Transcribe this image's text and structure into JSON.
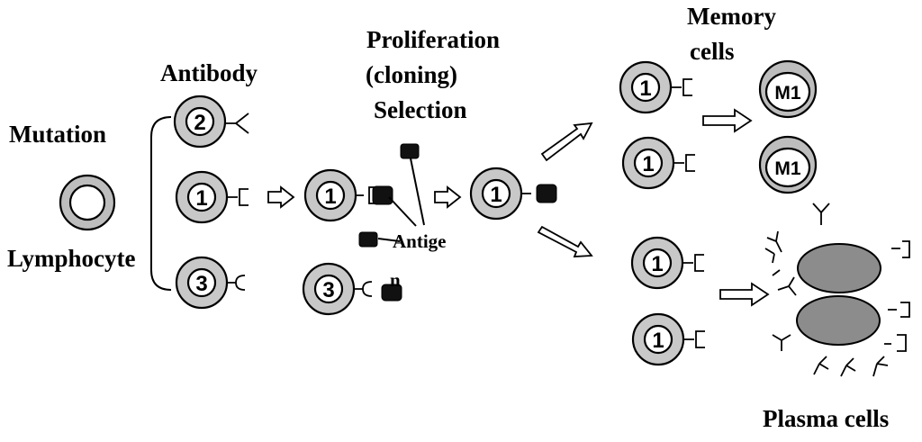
{
  "labels": {
    "mutation": "Mutation",
    "lymphocyte": "Lymphocyte",
    "antibody": "Antibody",
    "proliferation": "Proliferation",
    "cloning": "(cloning)",
    "selection": "Selection",
    "antigen_line1": "Antige",
    "antigen_line2": "n",
    "memory_line1": "Memory",
    "memory_line2": "cells",
    "plasma": "Plasma cells"
  },
  "cell_numbers": {
    "one": "1",
    "two": "2",
    "three": "3"
  },
  "memory_cell_label": "M1",
  "colors": {
    "cell_fill": "#c8c8c8",
    "plasma_fill": "#8c8c8c",
    "antigen": "#111111"
  }
}
